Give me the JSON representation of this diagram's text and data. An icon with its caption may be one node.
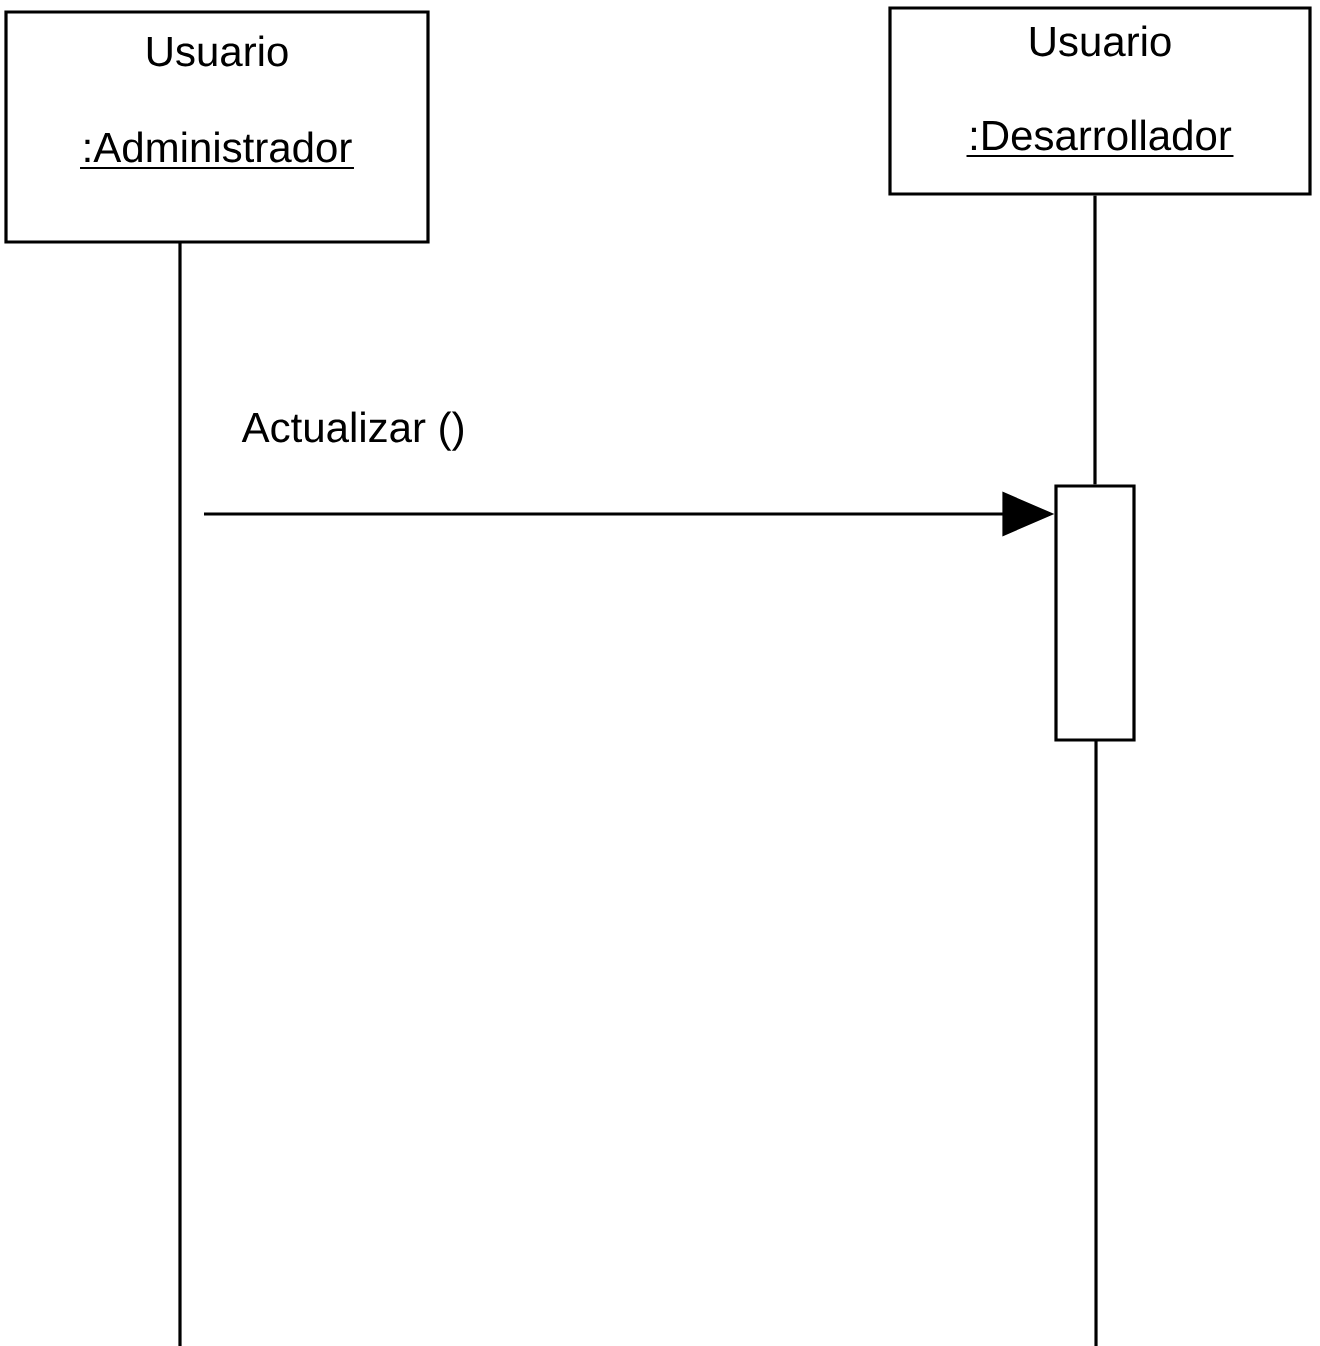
{
  "diagram": {
    "nodes": [
      {
        "text": [
          "Usuario",
          ":Administrador"
        ]
      },
      {
        "text": [
          "Usuario",
          ":Desarrollador"
        ]
      },
      {
        "text": [],
        "shape": "bar"
      }
    ],
    "edges": [
      {
        "from": 1,
        "to": 2,
        "arrow": "none"
      },
      {
        "from": null,
        "to": 2,
        "arrow": "to",
        "label": "Actualizar ()"
      }
    ]
  }
}
